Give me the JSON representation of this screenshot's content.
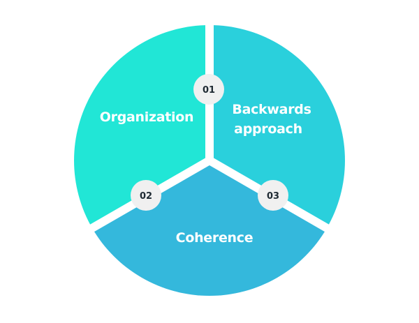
{
  "diagram": {
    "colors": {
      "background": "#ffffff",
      "divider": "#ffffff",
      "badge_fill": "#f0f0f0",
      "badge_text": "#1f2a33",
      "label_text": "#ffffff"
    },
    "segments": [
      {
        "number": "01",
        "label_lines": [
          "Backwards",
          "approach"
        ],
        "color": "#2ad0dc"
      },
      {
        "number": "02",
        "label_lines": [
          "Organization"
        ],
        "color": "#21e6d6"
      },
      {
        "number": "03",
        "label_lines": [
          "Coherence"
        ],
        "color": "#34b8dc"
      }
    ]
  }
}
